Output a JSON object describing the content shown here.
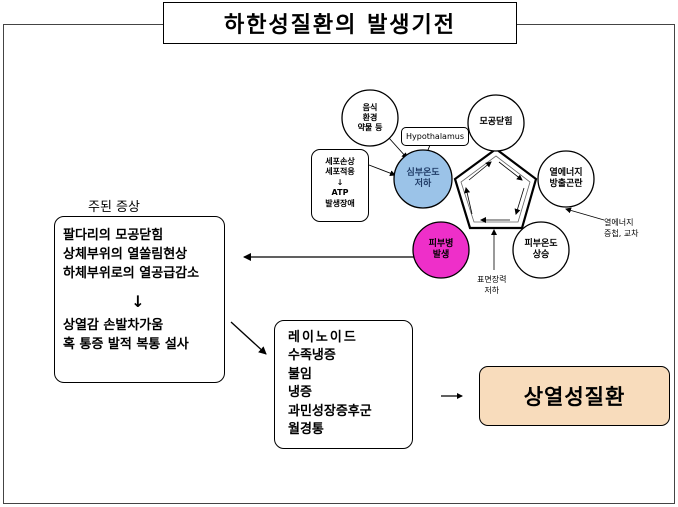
{
  "title": "하한성질환의 발생기전",
  "cycle": {
    "node_pore_close": "모공닫힘",
    "node_heat_energy": [
      "열에너지",
      "방출곤란"
    ],
    "node_skin_temp": [
      "피부온도",
      "상승"
    ],
    "node_skin_disease": [
      "피부병",
      "발생"
    ],
    "node_core_temp": [
      "심부온도",
      "저하"
    ],
    "hypothalamus_label": "Hypothalamus",
    "input_factors": [
      "음식",
      "환경",
      "약물 등"
    ],
    "cell_box": [
      "세포손상",
      "세포적응",
      "↓",
      "ATP",
      "발생장애"
    ],
    "heat_energy_note": [
      "열에너지",
      "증첩, 교차"
    ],
    "surface_note": [
      "표면장력",
      "저하"
    ]
  },
  "symptoms": {
    "heading": "주된 증상",
    "group1": [
      "팔다리의 모공닫힘",
      "상체부위의 열쏠림현상",
      "하체부위로의 열공급감소"
    ],
    "down_arrow": "↓",
    "group2": [
      "상열감 손발차가움",
      "혹 통증 발적 복통 설사"
    ]
  },
  "diseases": [
    "레이노이드",
    "수족냉증",
    "불임",
    "냉증",
    "과민성장증후군",
    "월경통"
  ],
  "result": "상열성질환",
  "colors": {
    "core_temp_fill": "#9bc3e8",
    "skin_disease_fill": "#ee2fc9",
    "result_fill": "#f8dcbc"
  }
}
